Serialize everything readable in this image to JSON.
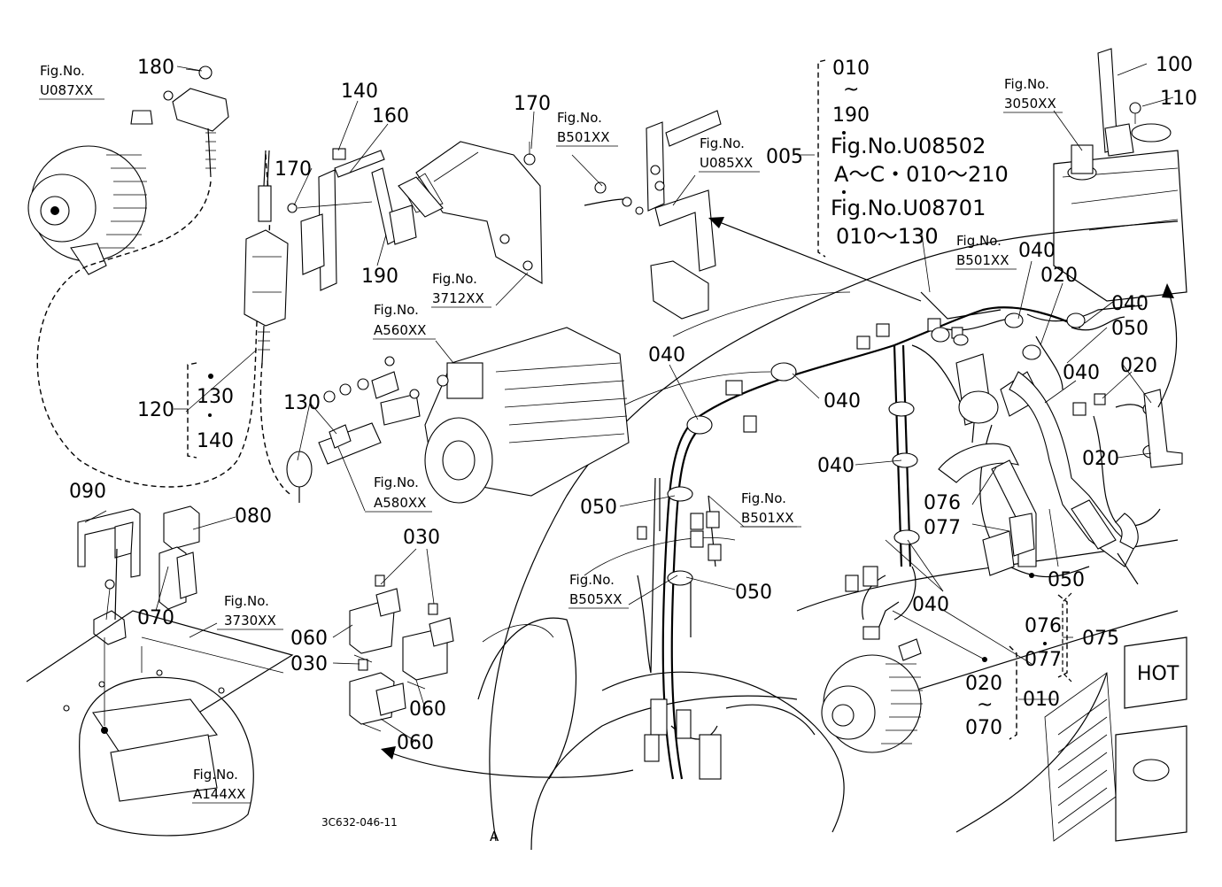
{
  "diagram_code": "3C632-046-11",
  "fig_prefix": "Fig.No.",
  "fig_refs": {
    "u087": "U087XX",
    "fig3050": "3050XX",
    "b501_top": "B501XX",
    "u085": "U085XX",
    "fig3712": "3712XX",
    "a560": "A560XX",
    "a580": "A580XX",
    "b501_mid": "B501XX",
    "b501_right": "B501XX",
    "b505": "B505XX",
    "fig3730": "3730XX",
    "a144": "A144XX"
  },
  "ref_box": {
    "start": "010",
    "tilde": "~",
    "end": "190",
    "line_a": "Fig.No.U08502",
    "line_b": "A～C・010～210",
    "line_c": "Fig.No.U08701",
    "line_d": "010～130",
    "parent": "005"
  },
  "labels": {
    "p180": "180",
    "p140a": "140",
    "p160": "160",
    "p170a": "170",
    "p190": "190",
    "p170b": "170",
    "p100": "100",
    "p110": "110",
    "p040a": "040",
    "p020a": "020",
    "p040b": "040",
    "p050a": "050",
    "p040c": "040",
    "p020b": "020",
    "p040d": "040",
    "p040e": "040",
    "p020c": "020",
    "p040f": "040",
    "p076a": "076",
    "p077a": "077",
    "p050b": "050",
    "p050c": "050",
    "p050d": "050",
    "p040g": "040",
    "p120": "120",
    "p130a": "130",
    "p140b": "140",
    "p130b": "130",
    "p090": "090",
    "p080": "080",
    "p070": "070",
    "p030a": "030",
    "p060a": "060",
    "p030b": "030",
    "p060b": "060",
    "p060c": "060",
    "p076b": "076",
    "p077b": "077",
    "p075": "075",
    "p020d": "020",
    "p070b": "070",
    "p010": "010",
    "tilde2": "~",
    "hot": "HOT",
    "mark_a": "A"
  }
}
